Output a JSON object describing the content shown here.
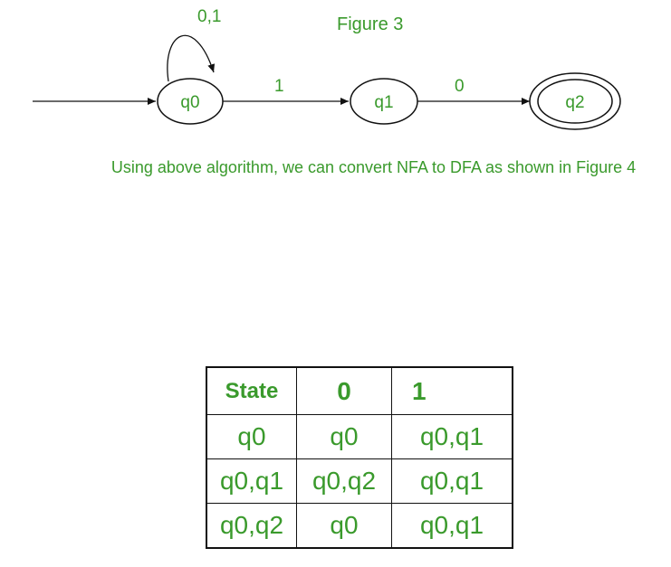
{
  "figure": {
    "title": "Figure 3",
    "states": [
      {
        "id": "q0",
        "label": "q0",
        "initial": true,
        "accepting": false
      },
      {
        "id": "q1",
        "label": "q1",
        "initial": false,
        "accepting": false
      },
      {
        "id": "q2",
        "label": "q2",
        "initial": false,
        "accepting": true
      }
    ],
    "transitions": [
      {
        "from": "q0",
        "to": "q0",
        "label": "0,1"
      },
      {
        "from": "q0",
        "to": "q1",
        "label": "1"
      },
      {
        "from": "q1",
        "to": "q2",
        "label": "0"
      }
    ]
  },
  "caption": "Using above algorithm, we can convert NFA to DFA as shown in Figure 4",
  "table": {
    "headers": [
      "State",
      "0",
      "1"
    ],
    "rows": [
      [
        "q0",
        "q0",
        "q0,q1"
      ],
      [
        "q0,q1",
        "q0,q2",
        "q0,q1"
      ],
      [
        "q0,q2",
        "q0",
        "q0,q1"
      ]
    ]
  },
  "colors": {
    "accent_text": "#3a9a2c",
    "stroke": "#111111"
  }
}
